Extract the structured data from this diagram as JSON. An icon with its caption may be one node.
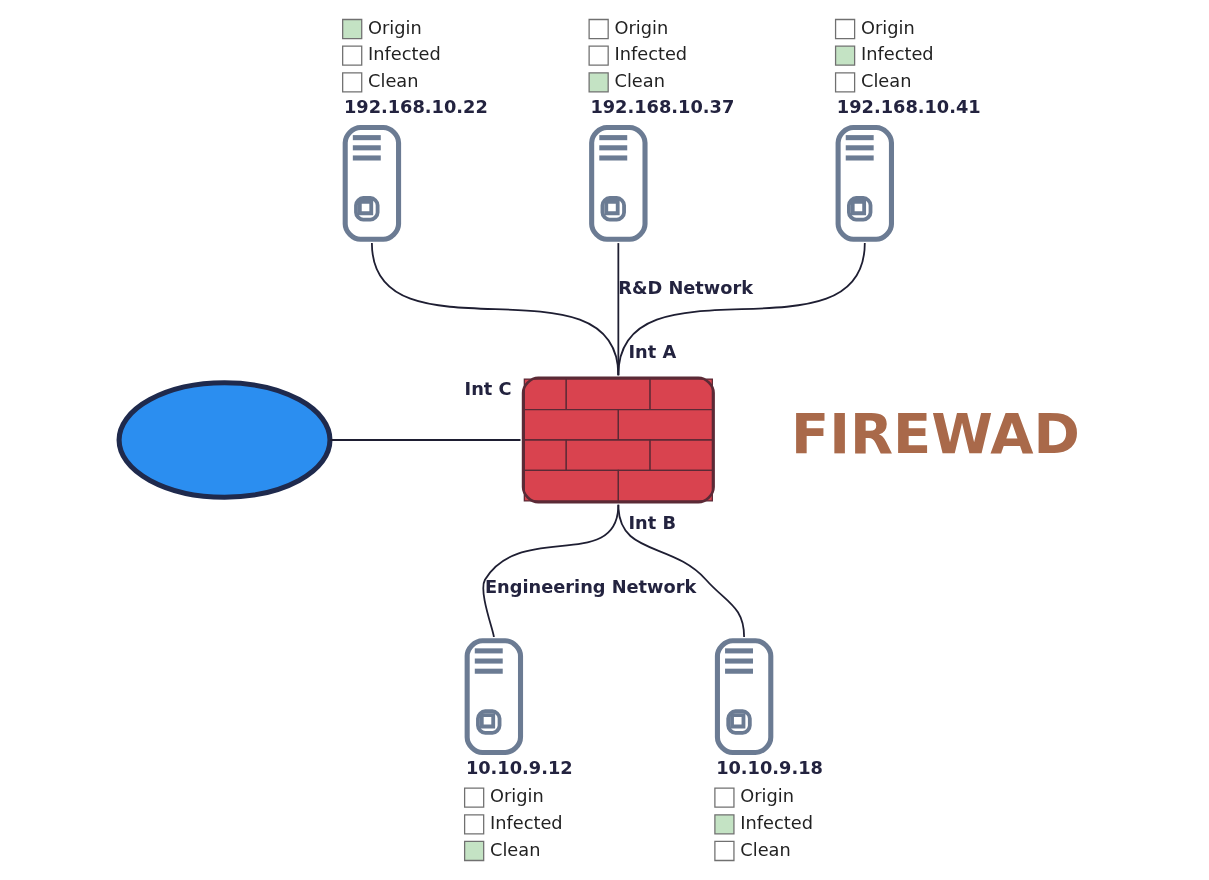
{
  "diagram": {
    "nodes": [
      {
        "text": [
          "Origin",
          "Infected",
          "Clean",
          "192.168.10.22"
        ]
      },
      {
        "text": [
          "Origin",
          "Infected",
          "Clean",
          "192.168.10.37"
        ]
      },
      {
        "text": [
          "Origin",
          "Infected",
          "Clean",
          "192.168.10.41"
        ]
      },
      {
        "text": [],
        "shape": "cloud"
      },
      {
        "text": [],
        "shape": "picture",
        "beside": [
          "Int A",
          "Int C",
          "Int B"
        ]
      },
      {
        "text": [
          "10.10.9.12",
          "Origin",
          "Infected",
          "Clean"
        ]
      },
      {
        "text": [
          "10.10.9.18",
          "Origin",
          "Infected",
          "Clean"
        ]
      }
    ],
    "edges": [
      {
        "from": 0,
        "to": 4,
        "arrow": "none"
      },
      {
        "from": 1,
        "to": 4,
        "arrow": "none",
        "label": "R&D Network"
      },
      {
        "from": 2,
        "to": 4,
        "arrow": "none"
      },
      {
        "from": 3,
        "to": 4,
        "arrow": "none"
      },
      {
        "from": 4,
        "to": 5,
        "arrow": "none",
        "label": "Engineering Network"
      },
      {
        "from": 4,
        "to": 6,
        "arrow": "none"
      }
    ],
    "labels": [
      "FIREWAD"
    ]
  }
}
